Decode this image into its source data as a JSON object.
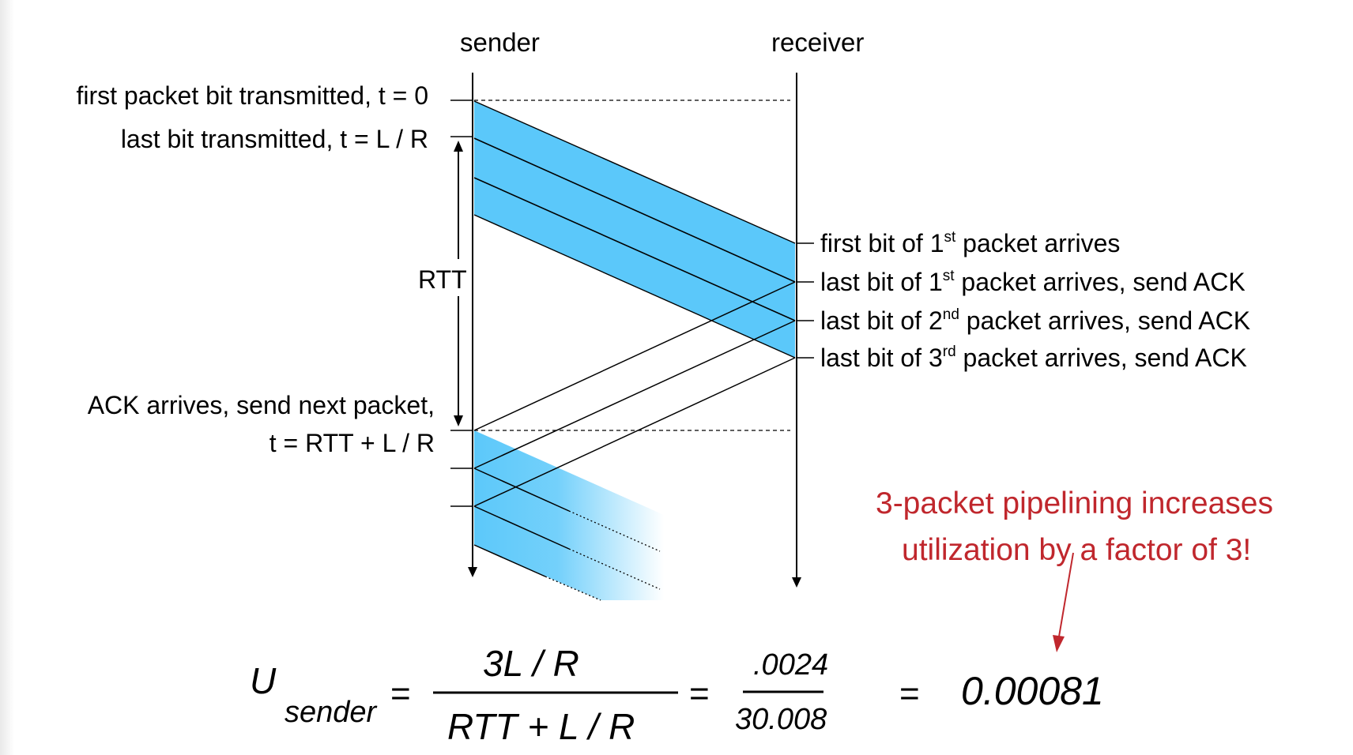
{
  "columns": {
    "sender": "sender",
    "receiver": "receiver"
  },
  "sender_events": {
    "first_bit": "first packet bit transmitted, t = 0",
    "last_bit": "last bit transmitted, t = L / R",
    "rtt": "RTT",
    "ack_line1": "ACK arrives, send next packet,",
    "ack_line2": "t = RTT + L / R"
  },
  "receiver_events": {
    "e1_pre": "first bit of 1",
    "e1_sup": "st",
    "e1_post": " packet arrives",
    "e2_pre": "last bit of 1",
    "e2_sup": "st",
    "e2_post": " packet arrives, send ACK",
    "e3_pre": "last bit of 2",
    "e3_sup": "nd",
    "e3_post": " packet arrives, send ACK",
    "e4_pre": "last bit of 3",
    "e4_sup": "rd",
    "e4_post": " packet arrives, send ACK"
  },
  "callout": {
    "line1": "3-packet pipelining increases",
    "line2": "utilization by a factor of 3!"
  },
  "formula": {
    "U": "U",
    "subscript": "sender",
    "eq": "=",
    "numerator": "3L / R",
    "denominator": "RTT + L / R",
    "eq2": "=",
    "num2": ".0024",
    "den2": "30.008",
    "eq3": "=",
    "result": "0.00081"
  },
  "colors": {
    "packet": "#5bc8fa",
    "accent": "#c0272d"
  }
}
